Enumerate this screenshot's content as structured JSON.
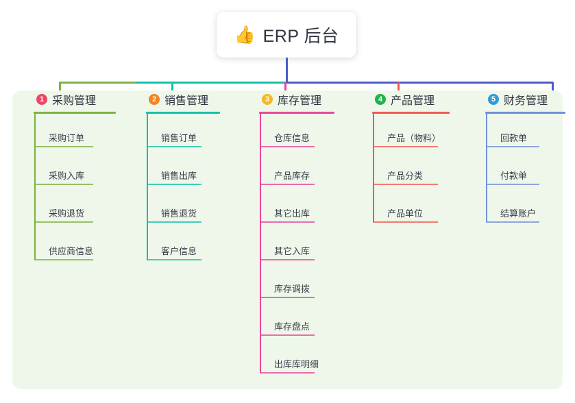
{
  "root": {
    "icon": "thumbs-up-icon",
    "emoji": "👍",
    "title": "ERP 后台"
  },
  "theme": {
    "panel_bg": "#eef7ea",
    "page_bg": "#ffffff",
    "stem_color": "#4a5bc8",
    "title_color": "#2f3440",
    "item_color": "#3a3f4a"
  },
  "branches": [
    {
      "number": "1",
      "title": "采购管理",
      "color": "#7cb342",
      "badge_color": "#ef4565",
      "items": [
        {
          "label": "采购订单"
        },
        {
          "label": "采购入库"
        },
        {
          "label": "采购退货"
        },
        {
          "label": "供应商信息"
        }
      ]
    },
    {
      "number": "2",
      "title": "销售管理",
      "color": "#12c1ab",
      "badge_color": "#f58220",
      "items": [
        {
          "label": "销售订单"
        },
        {
          "label": "销售出库"
        },
        {
          "label": "销售退货"
        },
        {
          "label": "客户信息"
        }
      ]
    },
    {
      "number": "3",
      "title": "库存管理",
      "color": "#e8469a",
      "badge_color": "#f5b921",
      "items": [
        {
          "label": "仓库信息"
        },
        {
          "label": "产品库存"
        },
        {
          "label": "其它出库"
        },
        {
          "label": "其它入库"
        },
        {
          "label": "库存调拨"
        },
        {
          "label": "库存盘点"
        },
        {
          "label": "出库库明细"
        }
      ]
    },
    {
      "number": "4",
      "title": "产品管理",
      "color": "#f4574f",
      "badge_color": "#22b14c",
      "items": [
        {
          "label": "产品（物料）"
        },
        {
          "label": "产品分类"
        },
        {
          "label": "产品单位"
        }
      ]
    },
    {
      "number": "5",
      "title": "财务管理",
      "color": "#6f8fd8",
      "badge_color": "#2e9cd8",
      "items": [
        {
          "label": "回款单"
        },
        {
          "label": "付款单"
        },
        {
          "label": "结算账户"
        }
      ]
    }
  ]
}
